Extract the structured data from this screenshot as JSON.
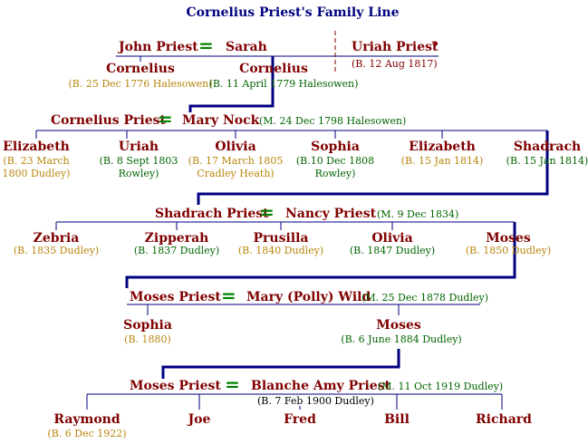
{
  "title": "Cornelius Priest's Family Line",
  "gen1": {
    "husband": "John Priest",
    "eq": "=",
    "wife": "Sarah",
    "other": "Uriah Priest",
    "other_q": "?",
    "other_birth": "(B. 12 Aug 1817)",
    "children": [
      {
        "name": "Cornelius",
        "birth": "(B. 25 Dec 1776 Halesowen)"
      },
      {
        "name": "Cornelius",
        "birth": "(B. 11 April 1779 Halesowen)"
      }
    ]
  },
  "gen2": {
    "husband": "Cornelius Priest",
    "eq": "=",
    "wife": "Mary Nock",
    "marriage": "(M. 24 Dec 1798 Halesowen)",
    "children": [
      {
        "name": "Elizabeth",
        "birth1": "(B. 23 March",
        "birth2": "1800 Dudley)"
      },
      {
        "name": "Uriah",
        "birth1": "(B. 8 Sept 1803",
        "birth2": "Rowley)"
      },
      {
        "name": "Olivia",
        "birth1": "(B. 17 March 1805",
        "birth2": "Cradley Heath)"
      },
      {
        "name": "Sophia",
        "birth1": "(B.10 Dec 1808",
        "birth2": "Rowley)"
      },
      {
        "name": "Elizabeth",
        "birth1": "(B. 15 Jan 1814)"
      },
      {
        "name": "Shadrach",
        "birth1": "(B. 15 Jan 1814)"
      }
    ]
  },
  "gen3": {
    "husband": "Shadrach Priest",
    "eq": "=",
    "wife": "Nancy Priest",
    "marriage": "(M. 9 Dec 1834)",
    "children": [
      {
        "name": "Zebria",
        "birth": "(B. 1835 Dudley)"
      },
      {
        "name": "Zipperah",
        "birth": "(B. 1837 Dudley)"
      },
      {
        "name": "Prusilla",
        "birth": "(B. 1840 Dudley)"
      },
      {
        "name": "Olivia",
        "birth": "(B. 1847 Dudley)"
      },
      {
        "name": "Moses",
        "birth": "(B. 1850 Dudley)"
      }
    ]
  },
  "gen4": {
    "husband": "Moses Priest",
    "eq": "=",
    "wife": "Mary (Polly) Wild",
    "marriage": "(M. 25 Dec 1878 Dudley)",
    "children": [
      {
        "name": "Sophia",
        "birth": "(B. 1880)"
      },
      {
        "name": "Moses",
        "birth": "(B. 6 June 1884 Dudley)"
      }
    ]
  },
  "gen5": {
    "husband": "Moses Priest",
    "eq": "=",
    "wife": "Blanche Amy Priest",
    "marriage": "(M. 11 Oct 1919 Dudley)",
    "wife_birth": "(B. 7 Feb 1900 Dudley)",
    "children": [
      {
        "name": "Raymond",
        "birth": "(B. 6 Dec 1922)"
      },
      {
        "name": "Joe"
      },
      {
        "name": "Fred"
      },
      {
        "name": "Bill"
      },
      {
        "name": "Richard"
      }
    ]
  },
  "colors": {
    "name": "#800000",
    "title": "#000080",
    "equals": "#008000",
    "line": "#000080",
    "birth_orange": "#b8860b",
    "birth_green": "#006400"
  }
}
